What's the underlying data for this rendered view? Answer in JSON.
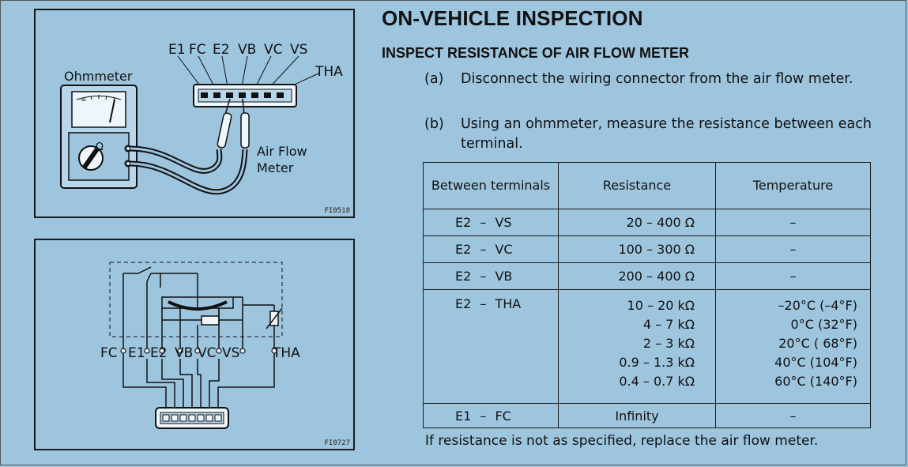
{
  "title": "ON-VEHICLE INSPECTION",
  "subtitle": "INSPECT RESISTANCE OF AIR FLOW METER",
  "steps": [
    {
      "mark": "(a)",
      "text": "Disconnect the wiring connector from the air flow meter."
    },
    {
      "mark": "(b)",
      "text": "Using an ohmmeter, measure the resistance between each terminal."
    }
  ],
  "table": {
    "headers": [
      "Between terminals",
      "Resistance",
      "Temperature"
    ],
    "rows": [
      {
        "terminals": "E2 – VS",
        "resistance": "20 – 400 Ω",
        "temperature": "–"
      },
      {
        "terminals": "E2 – VC",
        "resistance": "100 – 300 Ω",
        "temperature": "–"
      },
      {
        "terminals": "E2 – VB",
        "resistance": "200 – 400 Ω",
        "temperature": "–"
      },
      {
        "terminals": "E2 – THA",
        "resistance": [
          "10 – 20 kΩ",
          "4 – 7 kΩ",
          "2 – 3 kΩ",
          "0.9 – 1.3 kΩ",
          "0.4 – 0.7 kΩ"
        ],
        "temperature": [
          "–20°C (–4°F)",
          "0°C (32°F)",
          "20°C ( 68°F)",
          "40°C (104°F)",
          "60°C (140°F)"
        ]
      },
      {
        "terminals": "E1 – FC",
        "resistance": "Infinity",
        "temperature": "–"
      }
    ]
  },
  "footer": "If resistance is not as specified, replace the air flow meter.",
  "figure1": {
    "code": "FI0518",
    "ohmmeter_label": "Ohmmeter",
    "device_label_line1": "Air Flow",
    "device_label_line2": "Meter",
    "terminals": [
      "E1",
      "FC",
      "E2",
      "VB",
      "VC",
      "VS"
    ],
    "tha_label": "THA",
    "ohm_symbol": "Ω",
    "scale_mark": "∞"
  },
  "figure2": {
    "code": "FI0727",
    "terminals": [
      "FC",
      "E1",
      "E2",
      "VB",
      "VC",
      "VS",
      "THA"
    ]
  }
}
